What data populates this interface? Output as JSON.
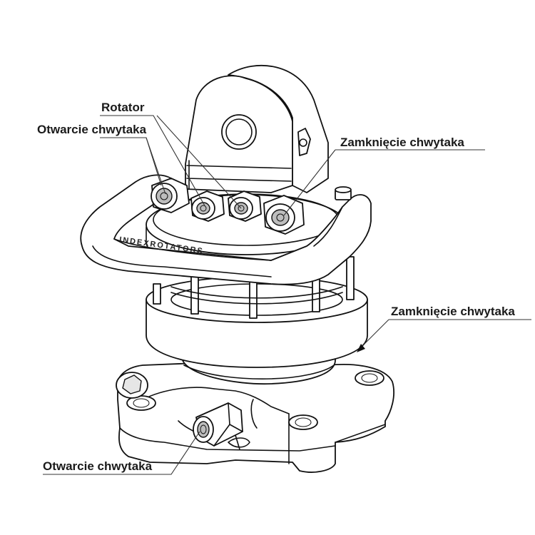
{
  "labels": {
    "rotator": "Rotator",
    "open_top": "Otwarcie chwytaka",
    "close_top": "Zamknięcie chwytaka",
    "close_mid": "Zamknięcie chwytaka",
    "open_bottom": "Otwarcie chwytaka"
  },
  "brand_engraving": "INDEXROTATORS",
  "colors": {
    "line": "#111111",
    "text": "#1a1a1a",
    "background": "#ffffff"
  }
}
